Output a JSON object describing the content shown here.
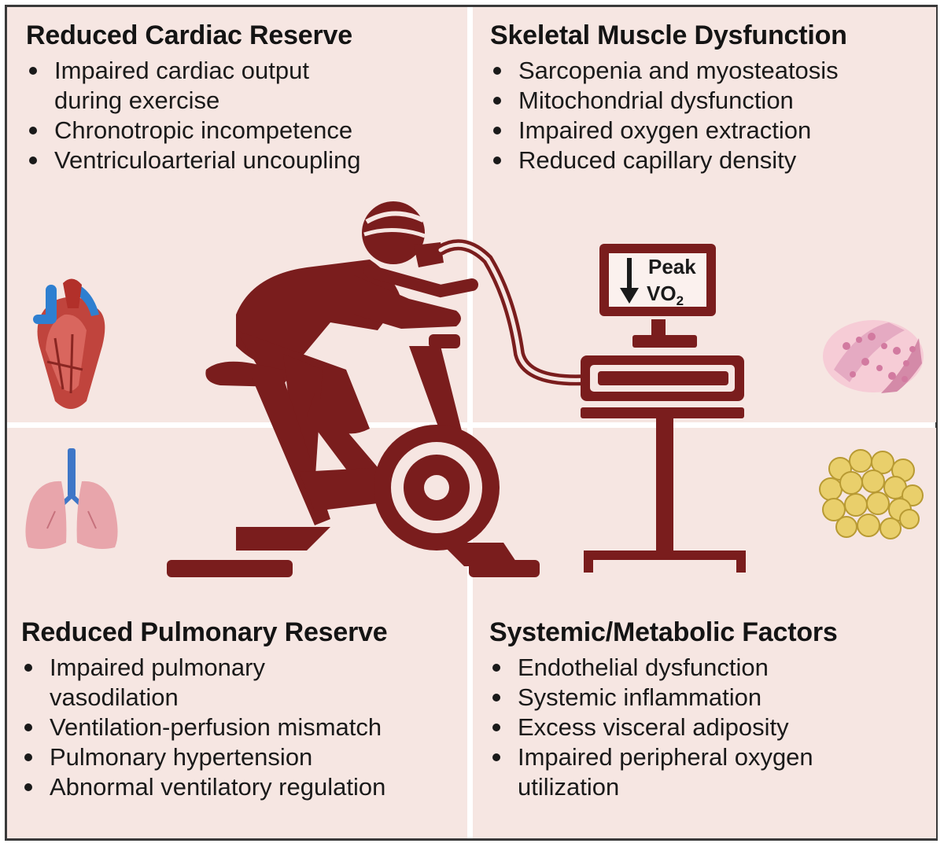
{
  "panels": {
    "cardiac": {
      "title": "Reduced Cardiac Reserve",
      "items": [
        "Impaired cardiac output",
        "during exercise",
        "Chronotropic incompetence",
        "Ventriculoarterial uncoupling"
      ]
    },
    "muscle": {
      "title": "Skeletal Muscle Dysfunction",
      "items": [
        "Sarcopenia and myosteatosis",
        "Mitochondrial dysfunction",
        "Impaired oxygen extraction",
        "Reduced capillary density"
      ]
    },
    "pulmonary": {
      "title": "Reduced Pulmonary Reserve",
      "items": [
        "Impaired pulmonary",
        "vasodilation",
        "Ventilation-perfusion mismatch",
        "Pulmonary hypertension",
        "Abnormal ventilatory regulation"
      ]
    },
    "systemic": {
      "title": "Systemic/Metabolic Factors",
      "items": [
        "Endothelial dysfunction",
        "Systemic inflammation",
        "Excess visceral adiposity",
        "Impaired peripheral oxygen",
        "utilization"
      ]
    }
  },
  "monitor": {
    "line1": "Peak",
    "line2_main": "VO",
    "line2_sub": "2"
  },
  "colors": {
    "panel_bg": "#f6e6e2",
    "figure": "#7a1d1d",
    "border": "#3a3a3a"
  },
  "icons": [
    "heart-icon",
    "lungs-icon",
    "muscle-tissue-icon",
    "adipose-tissue-icon",
    "cyclist-icon",
    "metabolic-cart-icon"
  ]
}
